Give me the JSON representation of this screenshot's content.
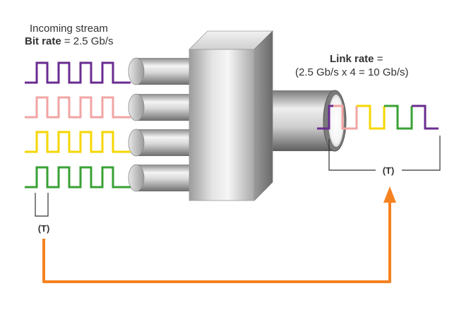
{
  "incoming": {
    "heading": "Incoming stream",
    "bit_rate_label": "Bit rate",
    "bit_rate_value": "= 2.5 Gb/s"
  },
  "link": {
    "label": "Link rate",
    "equals": "=",
    "formula": "(2.5 Gb/s x 4 = 10 Gb/s)"
  },
  "period_left": "(T)",
  "period_right": "(T)",
  "colors": {
    "stream_1": "#6a2c91",
    "stream_2": "#f2a4a4",
    "stream_3": "#f6d600",
    "stream_4": "#3aa035",
    "arrow": "#f58220",
    "bracket": "#333333"
  },
  "icons": {
    "mux": "multiplexer-box-icon",
    "arrow": "orange-arrow-icon"
  }
}
